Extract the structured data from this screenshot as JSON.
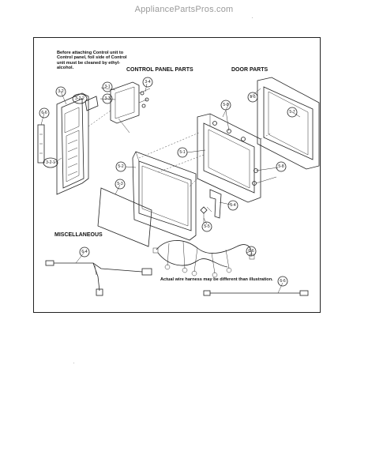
{
  "site": {
    "title": "AppliancePartsPros.com"
  },
  "diagram": {
    "note_lines": [
      "Before attaching Control unit to",
      "Control panel, foil side of Control",
      "unit must be cleaned by ethyl-",
      "alcohol."
    ],
    "sections": {
      "control_panel": "CONTROL PANEL PARTS",
      "door": "DOOR PARTS",
      "misc": "MISCELLANEOUS"
    },
    "harness_note": "Actual wire harness may be different than illustration.",
    "callouts": {
      "c3_1": "3-1",
      "c3_2": "3-2",
      "c3_2_2": "3-2-2",
      "c3_2_1": "3-2-1",
      "c3_3": "3-3",
      "c3_4": "3-4",
      "c6_6a": "6-6",
      "c5_1": "5-1",
      "c5_2": "5-2",
      "c5_3": "5-3",
      "c5_4": "5-4",
      "c5_5": "5-5",
      "c5_6": "5-6",
      "c5_7": "5-7",
      "c5_8a": "5-8",
      "c5_8b": "5-8",
      "c6_4": "6-4",
      "c6_6b": "6-6",
      "c6_6c": "6-6"
    }
  }
}
